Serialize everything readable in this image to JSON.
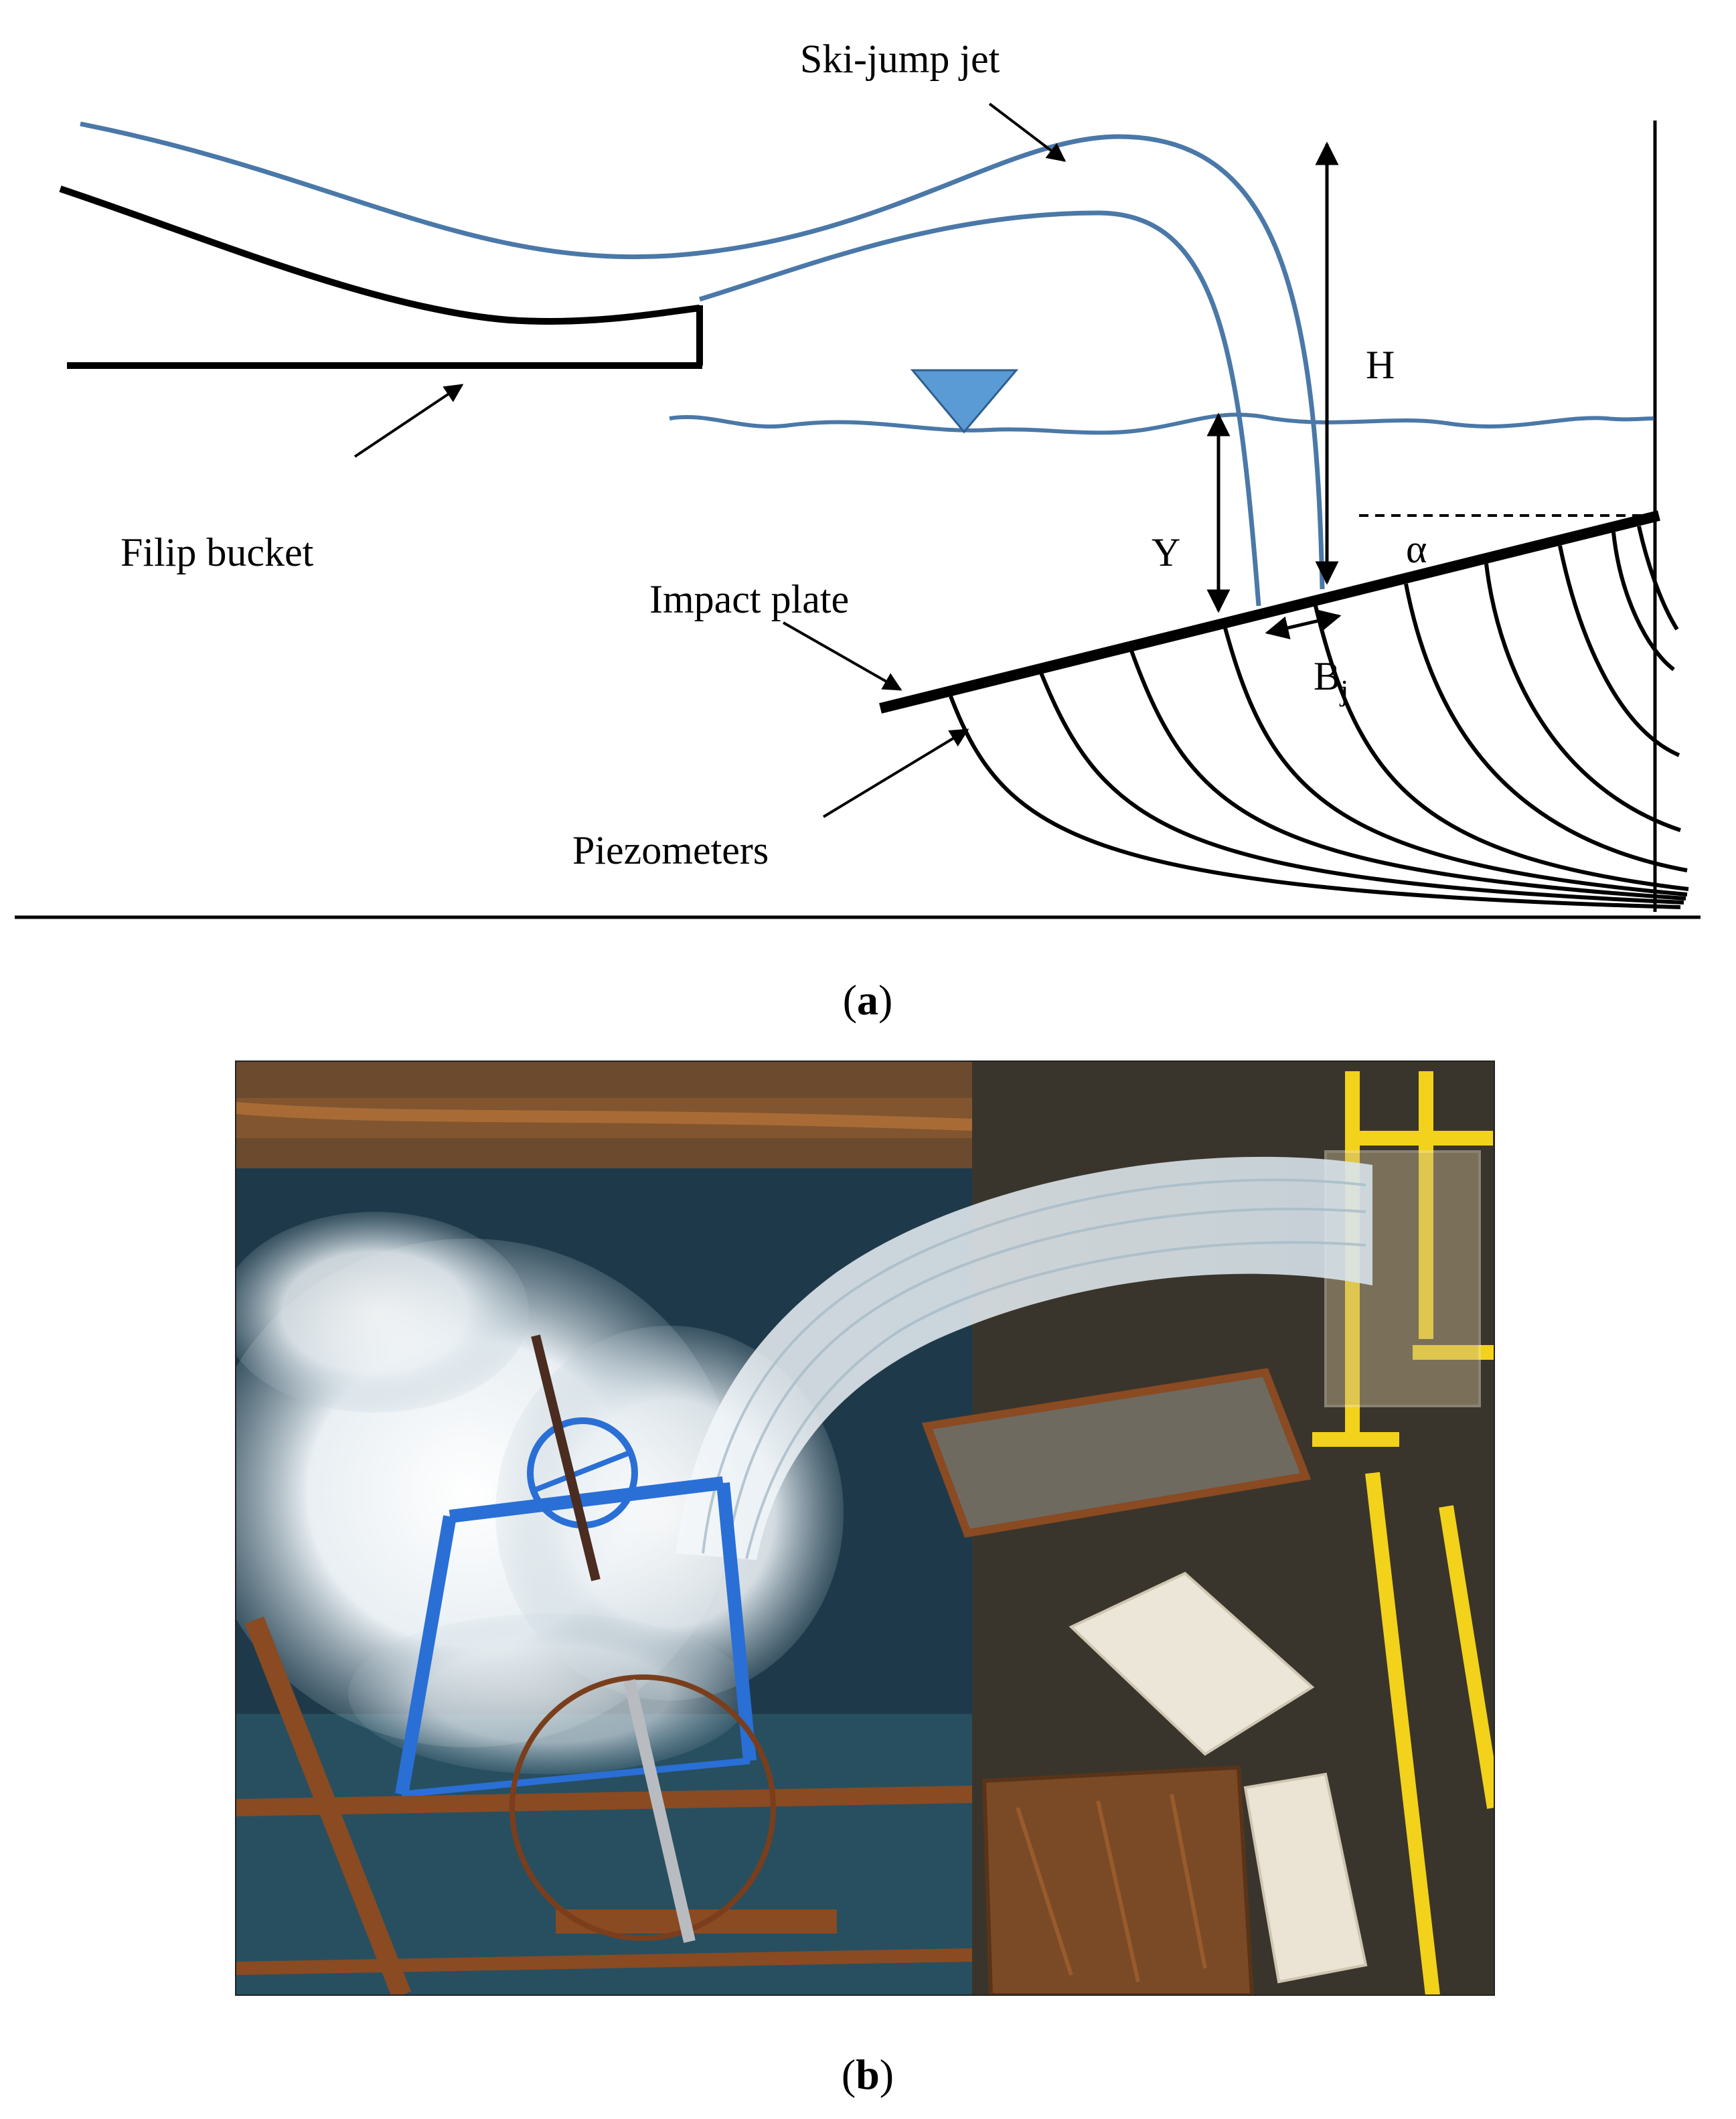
{
  "panel_a": {
    "caption_open": "(",
    "caption_letter": "a",
    "caption_close": ")",
    "labels": {
      "jet": "Ski-jump jet",
      "bucket": "Filip bucket",
      "plate": "Impact plate",
      "piezometers": "Piezometers",
      "height": "H",
      "depth": "Y",
      "angle": "α",
      "width_base": "B",
      "width_sub": "j"
    },
    "colors": {
      "water": "#4a78a8",
      "marker": "#5b9bd5",
      "structure": "#000000"
    }
  },
  "panel_b": {
    "caption_open": "(",
    "caption_letter": "b",
    "caption_close": ")",
    "colors": {
      "frame": "#2a6fd6",
      "rust": "#8a4a22",
      "water": "#1e3a4a",
      "foam": "#e8eef2",
      "yellow": "#f2d21a"
    }
  }
}
